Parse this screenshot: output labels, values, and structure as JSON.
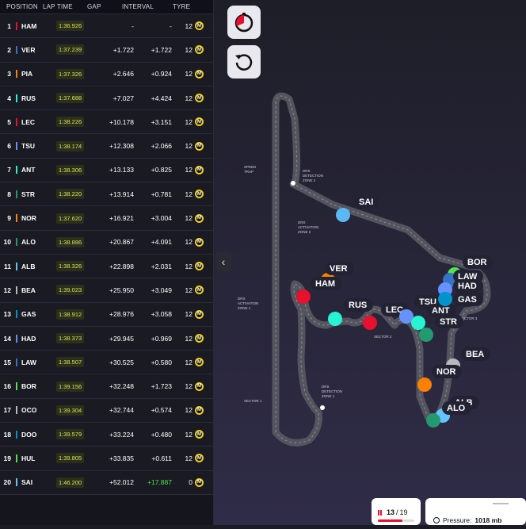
{
  "leaderboard": {
    "headers": {
      "position": "POSITION",
      "lap_time": "LAP TIME",
      "gap": "GAP",
      "interval": "INTERVAL",
      "tyre": "TYRE"
    },
    "rows": [
      {
        "pos": "1",
        "code": "HAM",
        "lap": "1:36.926",
        "gap": "-",
        "int": "-",
        "tyre_laps": "12",
        "tyre": "M",
        "color": "#e8102c"
      },
      {
        "pos": "2",
        "code": "VER",
        "lap": "1:37.239",
        "gap": "+1.722",
        "int": "+1.722",
        "tyre_laps": "12",
        "tyre": "M",
        "color": "#3672c6"
      },
      {
        "pos": "3",
        "code": "PIA",
        "lap": "1:37.326",
        "gap": "+2.646",
        "int": "+0.924",
        "tyre_laps": "12",
        "tyre": "M",
        "color": "#ff8000"
      },
      {
        "pos": "4",
        "code": "RUS",
        "lap": "1:37.688",
        "gap": "+7.027",
        "int": "+4.424",
        "tyre_laps": "12",
        "tyre": "M",
        "color": "#27f4d2"
      },
      {
        "pos": "5",
        "code": "LEC",
        "lap": "1:38.226",
        "gap": "+10.178",
        "int": "+3.151",
        "tyre_laps": "12",
        "tyre": "M",
        "color": "#e8102c"
      },
      {
        "pos": "6",
        "code": "TSU",
        "lap": "1:38.174",
        "gap": "+12.308",
        "int": "+2.066",
        "tyre_laps": "12",
        "tyre": "M",
        "color": "#6692ff"
      },
      {
        "pos": "7",
        "code": "ANT",
        "lap": "1:38.306",
        "gap": "+13.133",
        "int": "+0.825",
        "tyre_laps": "12",
        "tyre": "M",
        "color": "#27f4d2"
      },
      {
        "pos": "8",
        "code": "STR",
        "lap": "1:38.220",
        "gap": "+13.914",
        "int": "+0.781",
        "tyre_laps": "12",
        "tyre": "M",
        "color": "#229971"
      },
      {
        "pos": "9",
        "code": "NOR",
        "lap": "1:37.620",
        "gap": "+16.921",
        "int": "+3.004",
        "tyre_laps": "12",
        "tyre": "M",
        "color": "#ff8000"
      },
      {
        "pos": "10",
        "code": "ALO",
        "lap": "1:38.886",
        "gap": "+20.867",
        "int": "+4.091",
        "tyre_laps": "12",
        "tyre": "M",
        "color": "#229971"
      },
      {
        "pos": "11",
        "code": "ALB",
        "lap": "1:38.326",
        "gap": "+22.898",
        "int": "+2.031",
        "tyre_laps": "12",
        "tyre": "M",
        "color": "#64c4ff"
      },
      {
        "pos": "12",
        "code": "BEA",
        "lap": "1:39.023",
        "gap": "+25.950",
        "int": "+3.049",
        "tyre_laps": "12",
        "tyre": "M",
        "color": "#b6babd"
      },
      {
        "pos": "13",
        "code": "GAS",
        "lap": "1:38.912",
        "gap": "+28.976",
        "int": "+3.058",
        "tyre_laps": "12",
        "tyre": "M",
        "color": "#0093cc"
      },
      {
        "pos": "14",
        "code": "HAD",
        "lap": "1:38.373",
        "gap": "+29.945",
        "int": "+0.969",
        "tyre_laps": "12",
        "tyre": "M",
        "color": "#6692ff"
      },
      {
        "pos": "15",
        "code": "LAW",
        "lap": "1:38.507",
        "gap": "+30.525",
        "int": "+0.580",
        "tyre_laps": "12",
        "tyre": "M",
        "color": "#3672c6"
      },
      {
        "pos": "16",
        "code": "BOR",
        "lap": "1:39.156",
        "gap": "+32.248",
        "int": "+1.723",
        "tyre_laps": "12",
        "tyre": "M",
        "color": "#52e252"
      },
      {
        "pos": "17",
        "code": "OCO",
        "lap": "1:39.304",
        "gap": "+32.744",
        "int": "+0.574",
        "tyre_laps": "12",
        "tyre": "M",
        "color": "#b6babd"
      },
      {
        "pos": "18",
        "code": "DOO",
        "lap": "1:39.579",
        "gap": "+33.224",
        "int": "+0.480",
        "tyre_laps": "12",
        "tyre": "M",
        "color": "#0093cc"
      },
      {
        "pos": "19",
        "code": "HUL",
        "lap": "1:39.805",
        "gap": "+33.835",
        "int": "+0.611",
        "tyre_laps": "12",
        "tyre": "M",
        "color": "#52e252"
      },
      {
        "pos": "20",
        "code": "SAI",
        "lap": "1:46.200",
        "gap": "+52.012",
        "int": "+17.887",
        "tyre_laps": "0",
        "tyre": "M",
        "color": "#64c4ff"
      }
    ]
  },
  "track_labels": {
    "speed_trap": [
      "SPEED",
      "TRAP"
    ],
    "drs_det_2": [
      "DRS",
      "DETECTION",
      "ZONE 2"
    ],
    "drs_act_2": [
      "DRS",
      "ACTIVATION",
      "ZONE 2"
    ],
    "drs_act_1": [
      "DRS",
      "ACTIVATION",
      "ZONE 1"
    ],
    "drs_det_1": [
      "DRS",
      "DETECTION",
      "ZONE 1"
    ],
    "sector1": "SECTOR 1",
    "sector2": "SECTOR 2",
    "sector3": "SECTOR 3"
  },
  "cars": [
    {
      "code": "SAI",
      "color": "#5ab8f5"
    },
    {
      "code": "VER",
      "color": "#ff8000"
    },
    {
      "code": "HAM",
      "color": "#e8102c"
    },
    {
      "code": "RUS",
      "color": "#27f4d2"
    },
    {
      "code": "LEC",
      "color": "#e8102c"
    },
    {
      "code": "TSU",
      "color": "#6692ff"
    },
    {
      "code": "ANT",
      "color": "#27f4d2"
    },
    {
      "code": "STR",
      "color": "#229971"
    },
    {
      "code": "BOR",
      "color": "#52e252"
    },
    {
      "code": "LAW",
      "color": "#3672c6"
    },
    {
      "code": "HAD",
      "color": "#6692ff"
    },
    {
      "code": "GAS",
      "color": "#0093cc"
    },
    {
      "code": "BEA",
      "color": "#b6babd"
    },
    {
      "code": "NOR",
      "color": "#ff8000"
    },
    {
      "code": "ALB",
      "color": "#64c4ff"
    },
    {
      "code": "ALO",
      "color": "#229971"
    }
  ],
  "lap_counter": {
    "current": "13",
    "sep": "/",
    "total": "19"
  },
  "weather": {
    "label": "Pressure:",
    "value": "1018 mb"
  },
  "icons": {
    "speed": "stopwatch-icon",
    "replay": "replay-icon",
    "collapse": "chevron-left-icon"
  }
}
